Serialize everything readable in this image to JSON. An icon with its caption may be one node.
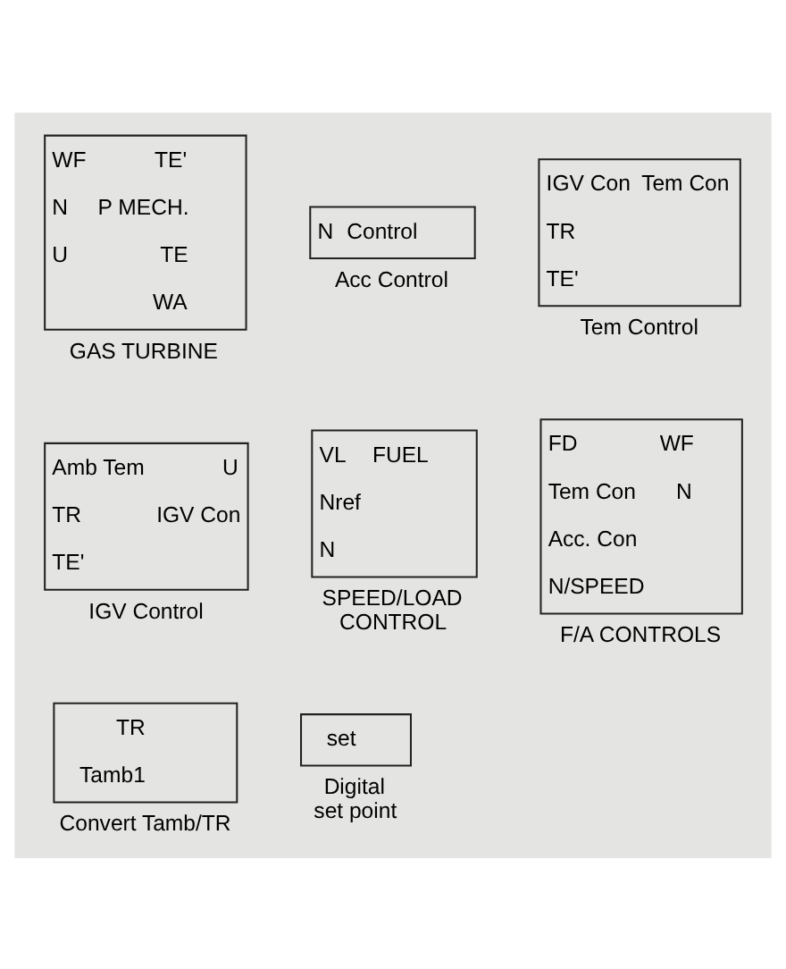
{
  "diagram": {
    "nodes": [
      {
        "text": [
          "WF",
          "N",
          "U",
          "TE'",
          "P MECH.",
          "TE",
          "WA",
          "GAS TURBINE"
        ]
      },
      {
        "text": [
          "N",
          "Control",
          "Acc Control"
        ]
      },
      {
        "text": [
          "IGV Con",
          "TR",
          "TE'",
          "Tem Con",
          "Tem Control"
        ]
      },
      {
        "text": [
          "Amb Tem",
          "TR",
          "TE'",
          "U",
          "IGV Con",
          "IGV Control"
        ]
      },
      {
        "text": [
          "VL",
          "Nref",
          "N",
          "FUEL",
          "SPEED/LOAD CONTROL"
        ]
      },
      {
        "text": [
          "FD",
          "Tem Con",
          "Acc. Con",
          "N/SPEED",
          "WF",
          "N",
          "F/A CONTROLS"
        ]
      },
      {
        "text": [
          "TR",
          "Tamb1",
          "Convert Tamb/TR"
        ]
      },
      {
        "text": [
          "set",
          "Digital set point"
        ]
      }
    ],
    "edges": []
  }
}
